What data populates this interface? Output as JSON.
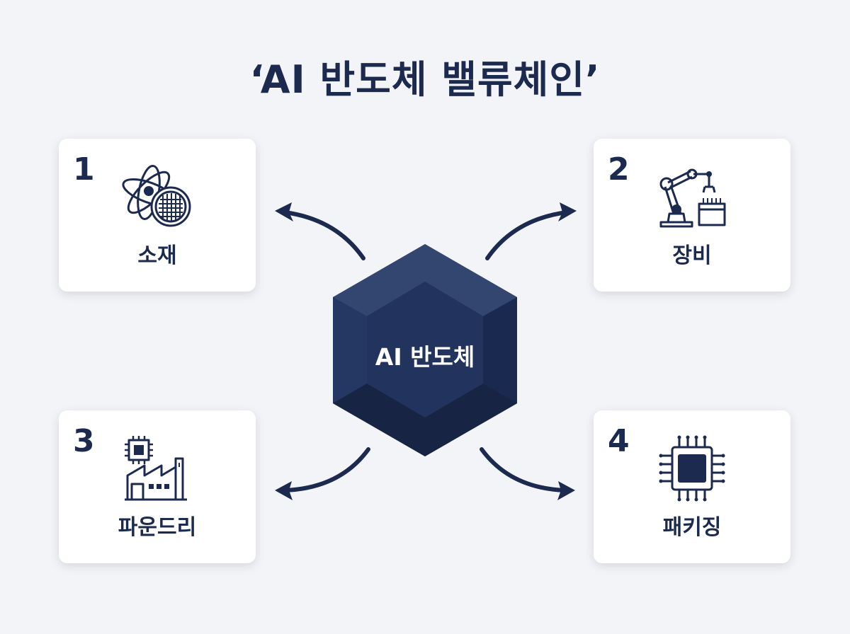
{
  "title": "‘AI 반도체 밸류체인’",
  "center": {
    "label": "AI 반도체"
  },
  "cards": [
    {
      "number": "1",
      "label": "소재",
      "icon": "atom-wafer-icon"
    },
    {
      "number": "2",
      "label": "장비",
      "icon": "robot-arm-icon"
    },
    {
      "number": "3",
      "label": "파운드리",
      "icon": "chip-factory-icon"
    },
    {
      "number": "4",
      "label": "패키징",
      "icon": "chip-package-icon"
    }
  ],
  "colors": {
    "navy": "#1b2a4e",
    "hex_face": "#1f2f5a",
    "background": "#f3f4f7"
  }
}
